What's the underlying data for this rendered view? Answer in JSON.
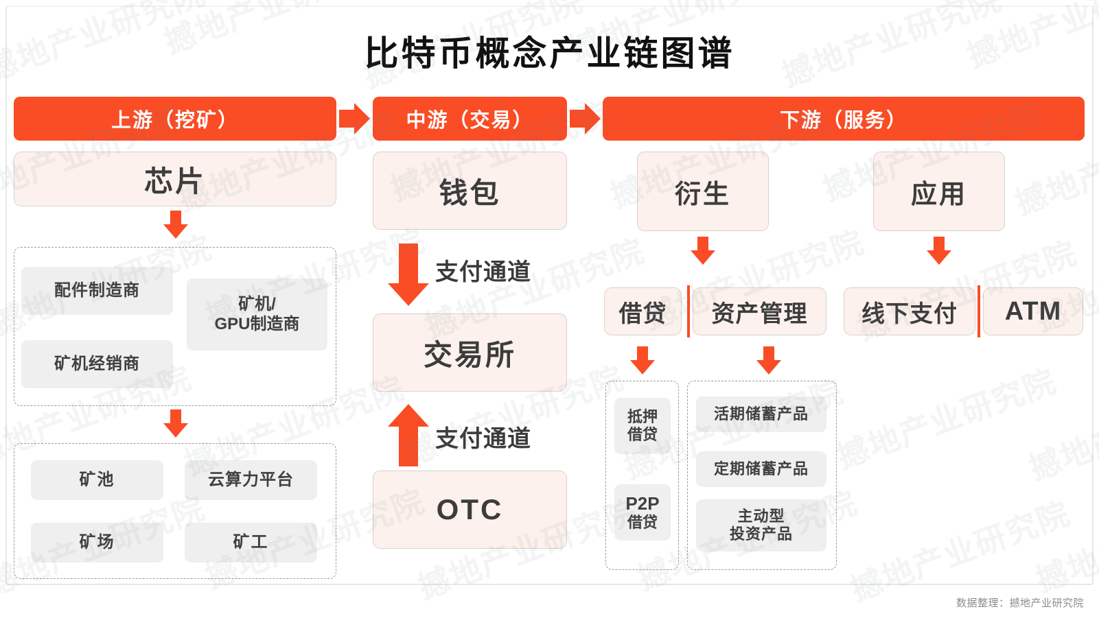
{
  "title": "比特币概念产业链图谱",
  "footer": "数据整理：撼地产业研究院",
  "watermark_text": "撼地产业研究院",
  "colors": {
    "accent": "#FA4C25",
    "peach_box": "#FCF1EC",
    "grey_box": "#EFEFEF",
    "text_dark": "#3C3C3C",
    "header_text": "#FFFFFF",
    "frame_border": "#E8E8E8"
  },
  "stages": [
    {
      "id": "upstream",
      "label": "上游（挖矿）"
    },
    {
      "id": "midstream",
      "label": "中游（交易）"
    },
    {
      "id": "downstream",
      "label": "下游（服务）"
    }
  ],
  "upstream": {
    "head": "芯片",
    "group1": [
      {
        "label": "配件制造商"
      },
      {
        "label": "矿机经销商"
      },
      {
        "label": "矿机/\nGPU制造商",
        "line1": "矿机/",
        "line2": "GPU制造商"
      }
    ],
    "group2": [
      {
        "label": "矿池"
      },
      {
        "label": "云算力平台"
      },
      {
        "label": "矿场"
      },
      {
        "label": "矿工"
      }
    ]
  },
  "midstream": {
    "wallet": "钱包",
    "exchange": "交易所",
    "otc": "OTC",
    "channel_label_top": "支付通道",
    "channel_label_bottom": "支付通道"
  },
  "downstream": {
    "derivative": "衍生",
    "application": "应用",
    "lending": "借贷",
    "asset_management": "资产管理",
    "offline_payment": "线下支付",
    "atm": "ATM",
    "lending_children": [
      {
        "line1": "抵押",
        "line2": "借贷"
      },
      {
        "line1": "P2P",
        "line2": "借贷"
      }
    ],
    "asset_children": [
      {
        "line1": "活期储蓄产品",
        "line2": ""
      },
      {
        "line1": "定期储蓄产品",
        "line2": ""
      },
      {
        "line1": "主动型",
        "line2": "投资产品"
      }
    ]
  }
}
